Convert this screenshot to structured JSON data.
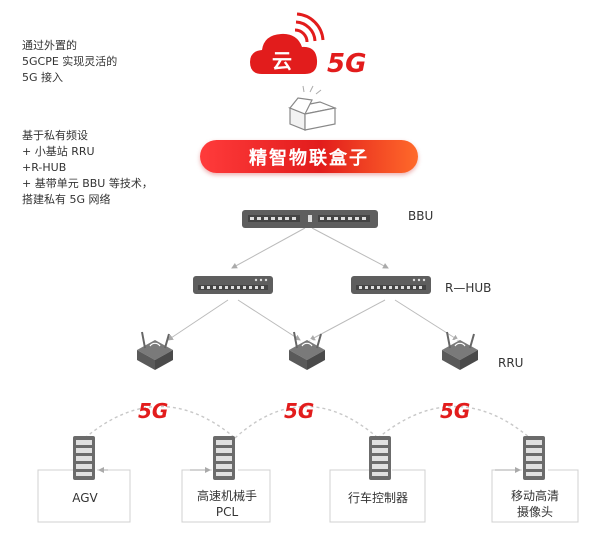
{
  "brand": {
    "cloud_char": "云",
    "five_g": "5G"
  },
  "notes": {
    "top": "通过外置的\n5GCPE 实现灵活的\n5G 接入",
    "middle": "基于私有频设\n+ 小基站 RRU\n+R-HUB\n+ 基带单元 BBU 等技术，\n搭建私有 5G 网络"
  },
  "banner": "精智物联盒子",
  "labels": {
    "bbu": "BBU",
    "rhub": "R—HUB",
    "rru": "RRU"
  },
  "five_g_badge": "5G",
  "devices": {
    "agv": "AGV",
    "arm": "高速机械手\nPCL",
    "crane": "行车控制器",
    "camera": "移动高清\n摄像头"
  },
  "colors": {
    "accent": "#e21c1c",
    "line": "#bbbbbb",
    "device": "#6b6b6b"
  }
}
